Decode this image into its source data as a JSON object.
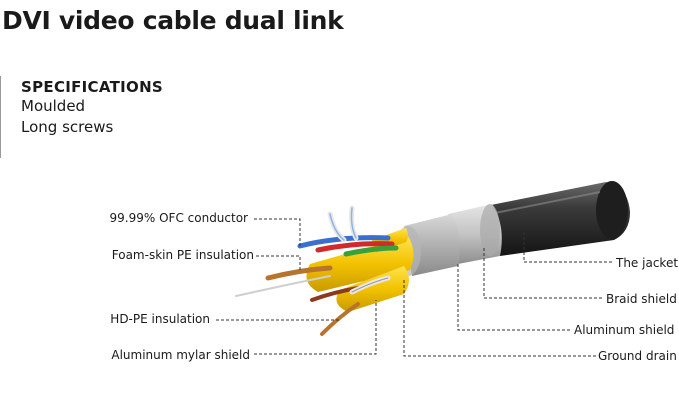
{
  "title": "DVI video cable dual link",
  "specifications": {
    "heading": "SPECIFICATIONS",
    "items": [
      "Moulded",
      "Long screws"
    ]
  },
  "callouts": {
    "ofc_conductor": "99.99% OFC conductor",
    "foam_skin": "Foam-skin PE insulation",
    "hdpe": "HD-PE insulation",
    "mylar": "Aluminum mylar shield",
    "jacket": "The jacket",
    "braid": "Braid shield",
    "aluminum_shield": "Aluminum shield",
    "ground_drain": "Ground drain"
  },
  "colors": {
    "jacket": "#2b2b2b",
    "braid": "#bdbdbd",
    "foil": "#9c9c9c",
    "mylar": "#f2c200",
    "leader": "#333333",
    "wire_blue": "#3a6fd0",
    "wire_red": "#d02a2a",
    "wire_green": "#3aa03a",
    "wire_copper": "#b8732d",
    "wire_white": "#e8e8e8"
  }
}
